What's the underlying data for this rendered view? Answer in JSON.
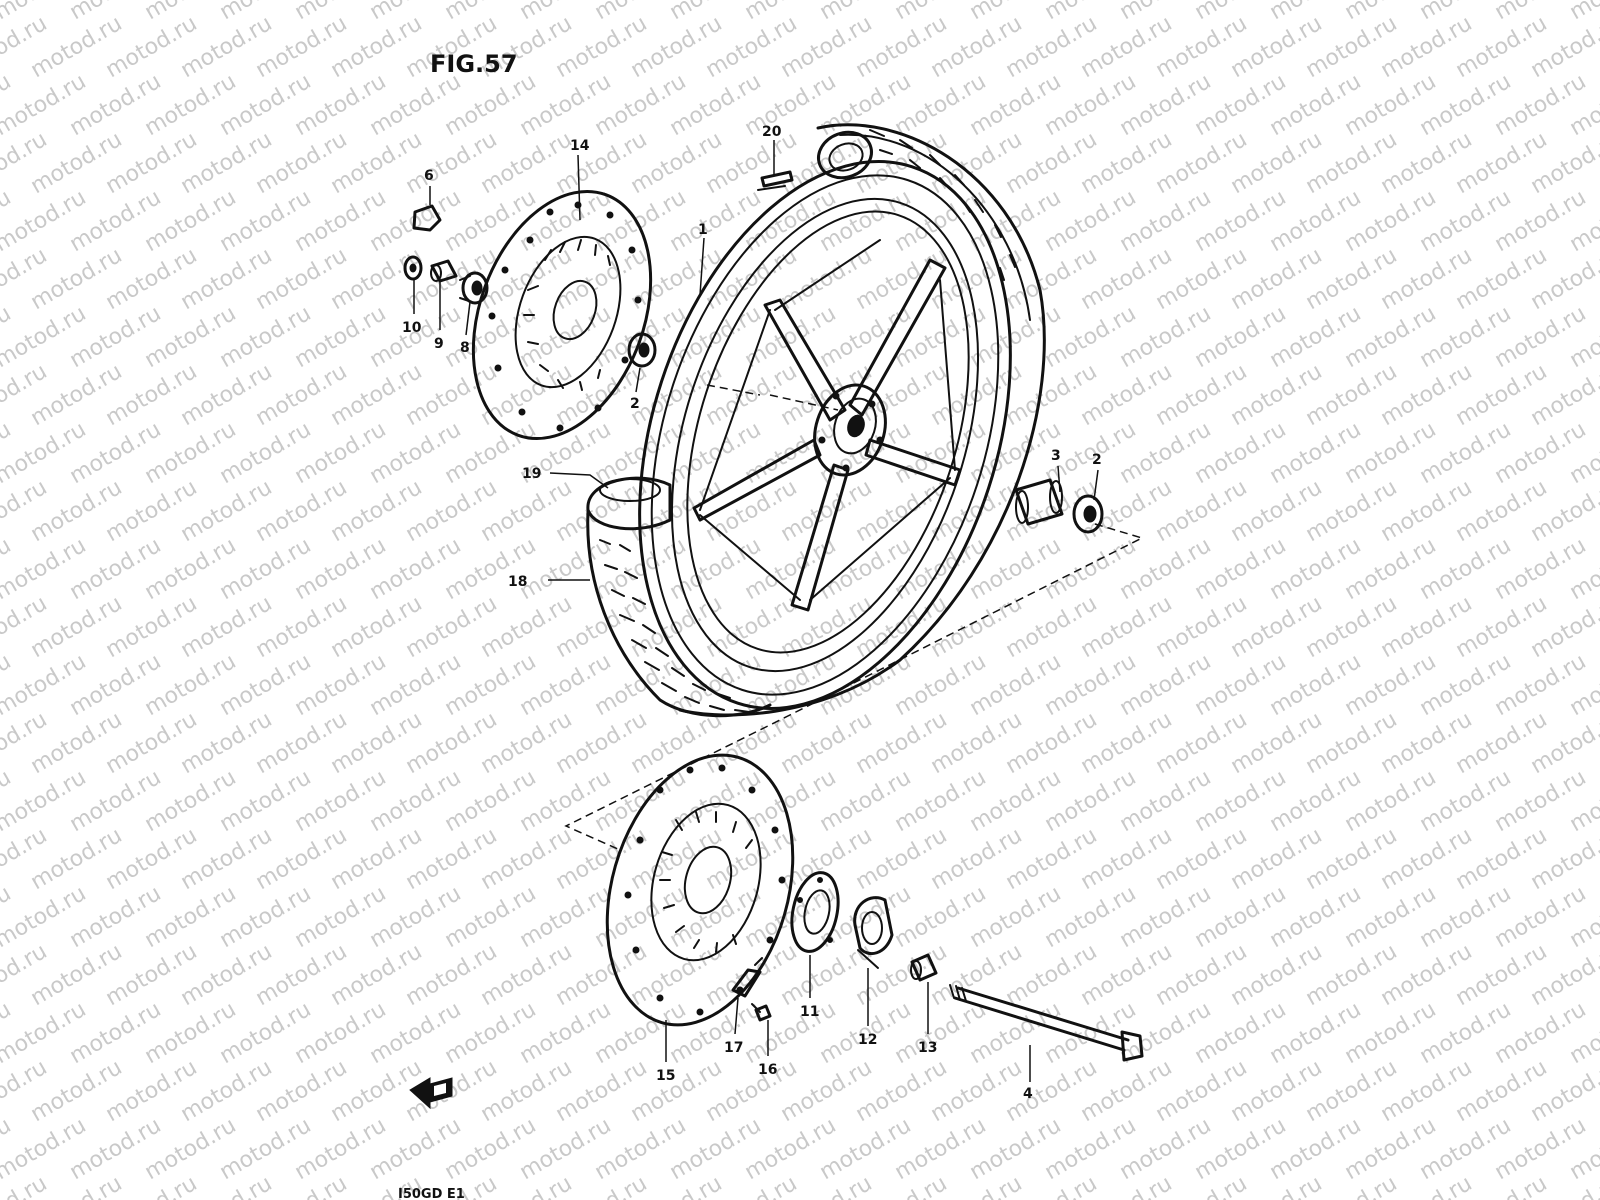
{
  "figure": {
    "title": "FIG.57",
    "footer_code": "I50GD  E1",
    "watermark": "motod.ru",
    "ink_color": "#111111",
    "watermark_color": "#c9c9c9",
    "direction_icon": "front-arrow-icon"
  },
  "callouts": [
    {
      "id": "c1",
      "label": "1"
    },
    {
      "id": "c2a",
      "label": "2"
    },
    {
      "id": "c2b",
      "label": "2"
    },
    {
      "id": "c3",
      "label": "3"
    },
    {
      "id": "c4",
      "label": "4"
    },
    {
      "id": "c6",
      "label": "6"
    },
    {
      "id": "c8",
      "label": "8"
    },
    {
      "id": "c9",
      "label": "9"
    },
    {
      "id": "c10",
      "label": "10"
    },
    {
      "id": "c11",
      "label": "11"
    },
    {
      "id": "c12",
      "label": "12"
    },
    {
      "id": "c13",
      "label": "13"
    },
    {
      "id": "c14",
      "label": "14"
    },
    {
      "id": "c15",
      "label": "15"
    },
    {
      "id": "c16",
      "label": "16"
    },
    {
      "id": "c17",
      "label": "17"
    },
    {
      "id": "c18",
      "label": "18"
    },
    {
      "id": "c19",
      "label": "19"
    },
    {
      "id": "c20",
      "label": "20"
    }
  ]
}
